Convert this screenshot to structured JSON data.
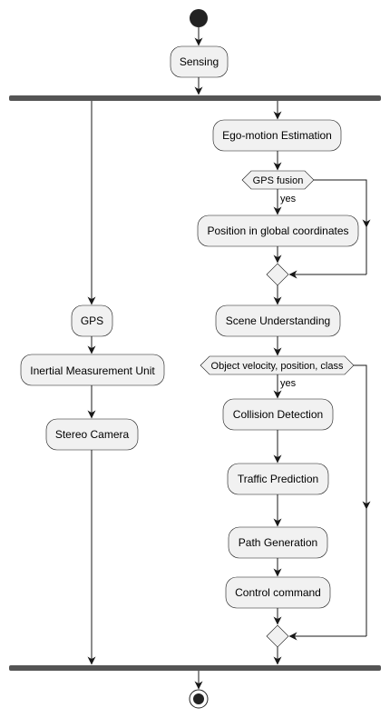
{
  "activities": {
    "sensing": "Sensing",
    "ego_motion": "Ego-motion Estimation",
    "position_global": "Position in global coordinates",
    "gps": "GPS",
    "imu": "Inertial Measurement Unit",
    "stereo_camera": "Stereo Camera",
    "scene_understanding": "Scene Understanding",
    "collision_detection": "Collision Detection",
    "traffic_prediction": "Traffic Prediction",
    "path_generation": "Path Generation",
    "control_command": "Control command"
  },
  "decisions": {
    "gps_fusion": {
      "condition": "GPS fusion",
      "yes_label": "yes"
    },
    "object_info": {
      "condition": "Object velocity, position, class",
      "yes_label": "yes"
    }
  },
  "colors": {
    "node_fill": "#f1f1f1",
    "stroke": "#181818",
    "fork_bar": "#555555"
  }
}
